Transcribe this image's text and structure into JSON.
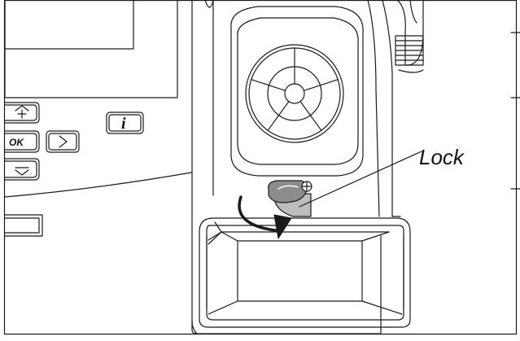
{
  "callout": {
    "label": "Lock"
  },
  "control_panel": {
    "ok_label": "OK",
    "info_label": "i",
    "plus_icon": "plus-arrow-icon",
    "minus_icon": "minus-arrow-icon",
    "next_icon": "chevron-right-icon"
  },
  "colors": {
    "line": "#1a1a1a",
    "lock_fill": "#8c8c8c",
    "lock_fill_light": "#bdbdbd",
    "background": "#ffffff"
  }
}
